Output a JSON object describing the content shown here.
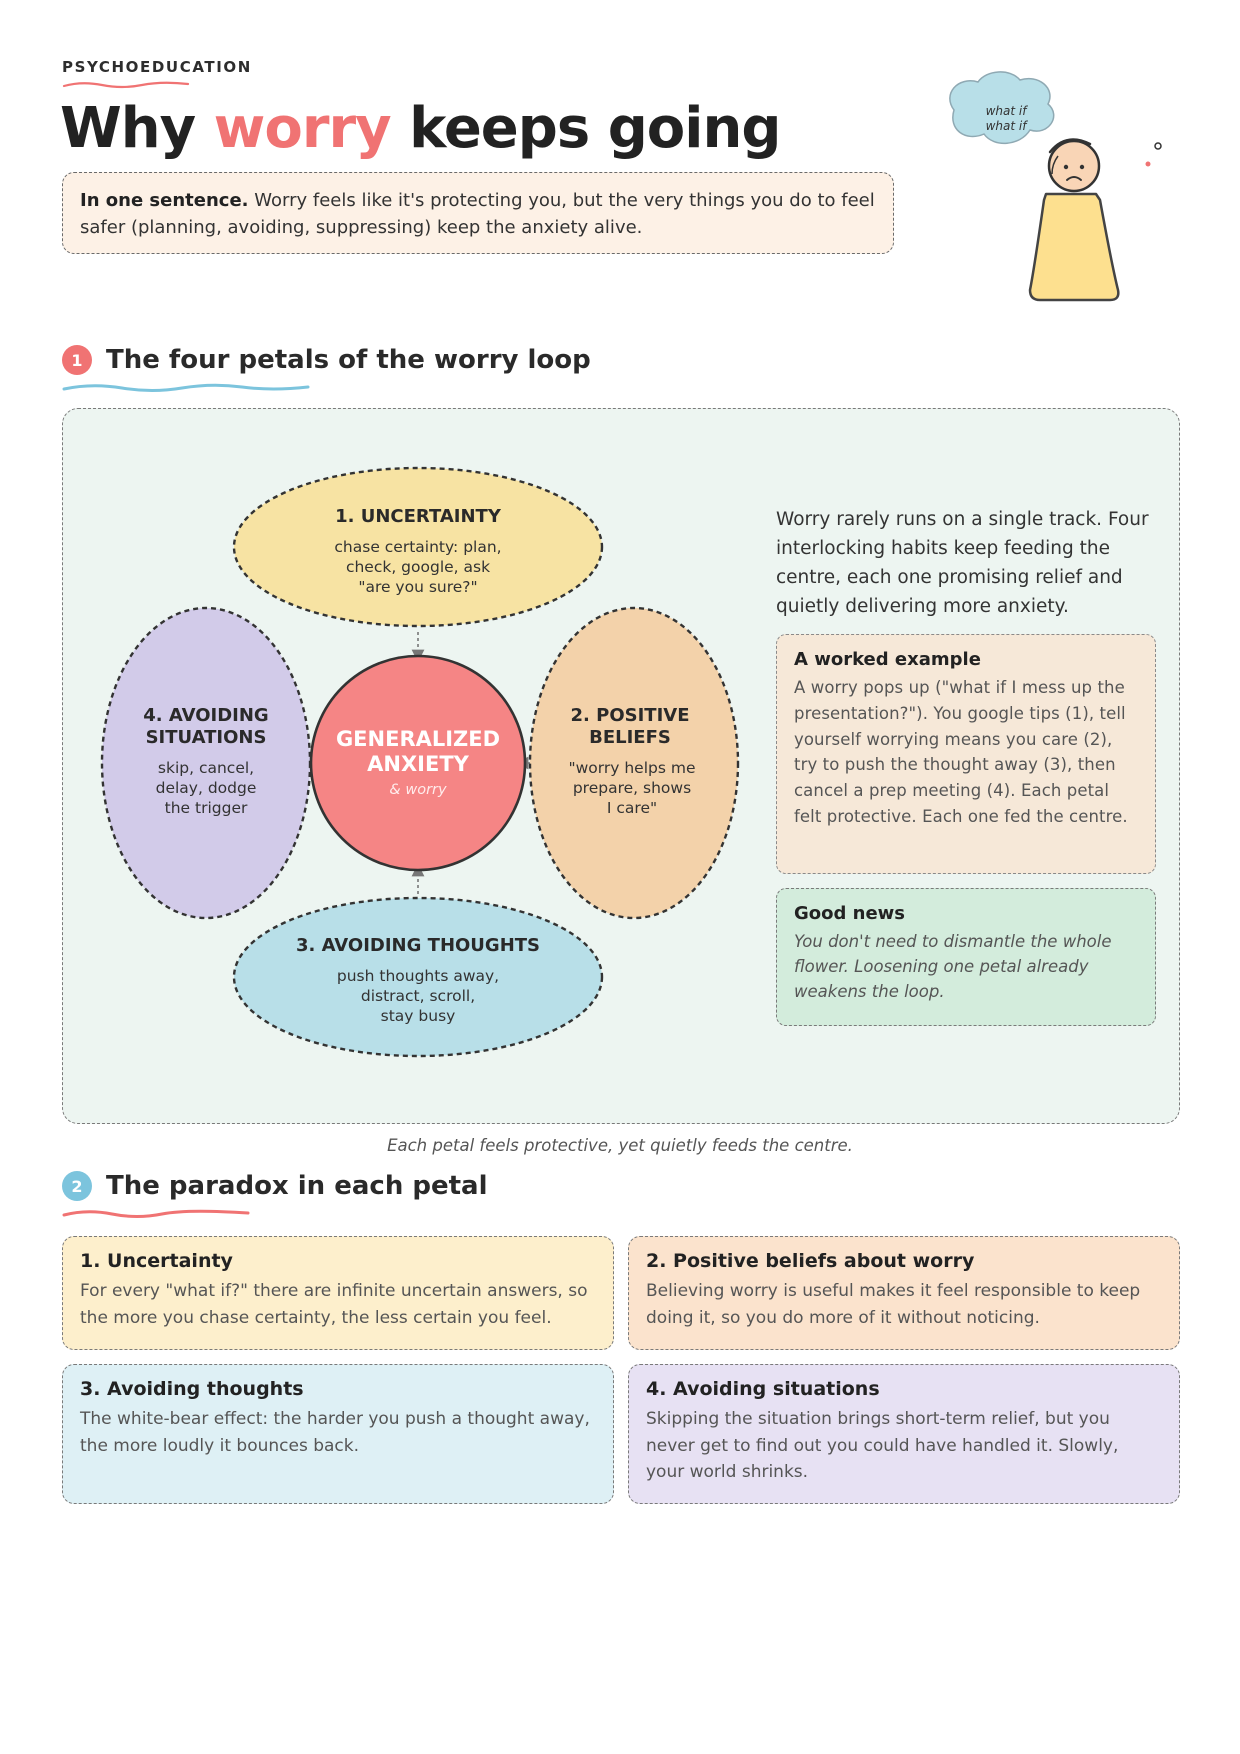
{
  "header": {
    "eyebrow": "PSYCHOEDUCATION",
    "title_before": "Why ",
    "title_accent": "worry",
    "title_after": " keeps going",
    "sentence_lead": "In one sentence.",
    "sentence_text": " Worry feels like it's protecting you, but the very things you do to feel safer (planning, avoiding, suppressing) keep the anxiety alive.",
    "thought_line_1": "what if",
    "thought_line_2": "what if"
  },
  "section1": {
    "number": "1",
    "title": "The four petals of the worry loop",
    "center_title_1": "GENERALIZED",
    "center_title_2": "ANXIETY",
    "center_sub": "& worry",
    "petals": [
      {
        "title": "1. UNCERTAINTY",
        "lines": [
          "chase certainty: plan,",
          "check, google, ask",
          "\"are you sure?\""
        ]
      },
      {
        "title_1": "2. POSITIVE",
        "title_2": "BELIEFS",
        "lines": [
          "\"worry helps me",
          "prepare, shows",
          "I care\""
        ]
      },
      {
        "title": "3. AVOIDING THOUGHTS",
        "lines": [
          "push thoughts away,",
          "distract, scroll,",
          "stay busy"
        ]
      },
      {
        "title_1": "4. AVOIDING",
        "title_2": "SITUATIONS",
        "lines": [
          "skip, cancel,",
          "delay, dodge",
          "the trigger"
        ]
      }
    ],
    "intro": "Worry rarely runs on a single track. Four interlocking habits keep feeding the centre, each one promising relief and quietly delivering more anxiety.",
    "example_title": "A worked example",
    "example_text": "A worry pops up (\"what if I mess up the presentation?\"). You google tips (1), tell yourself worrying means you care (2), try to push the thought away (3), then cancel a prep meeting (4). Each petal felt protective. Each one fed the centre.",
    "good_title": "Good news",
    "good_text": "You don't need to dismantle the whole flower. Loosening one petal already weakens the loop.",
    "caption": "Each petal feels protective, yet quietly feeds the centre."
  },
  "section2": {
    "number": "2",
    "title": "The paradox in each petal",
    "cards": [
      {
        "title": "1. Uncertainty",
        "text": "For every \"what if?\" there are infinite uncertain answers, so the more you chase certainty, the less certain you feel."
      },
      {
        "title": "2. Positive beliefs about worry",
        "text": "Believing worry is useful makes it feel responsible to keep doing it, so you do more of it without noticing."
      },
      {
        "title": "3. Avoiding thoughts",
        "text": "The white-bear effect: the harder you push a thought away, the more loudly it bounces back."
      },
      {
        "title": "4. Avoiding situations",
        "text": "Skipping the situation brings short-term relief, but you never get to find out you could have handled it. Slowly, your world shrinks."
      }
    ]
  },
  "colors": {
    "accent_red": "#f07373",
    "accent_blue": "#7cc4dd",
    "uncertainty": "#f7e3a3",
    "positive": "#f3d2aa",
    "thoughts": "#b8dfe8",
    "situations": "#d2cbe9",
    "center": "#f58585"
  }
}
